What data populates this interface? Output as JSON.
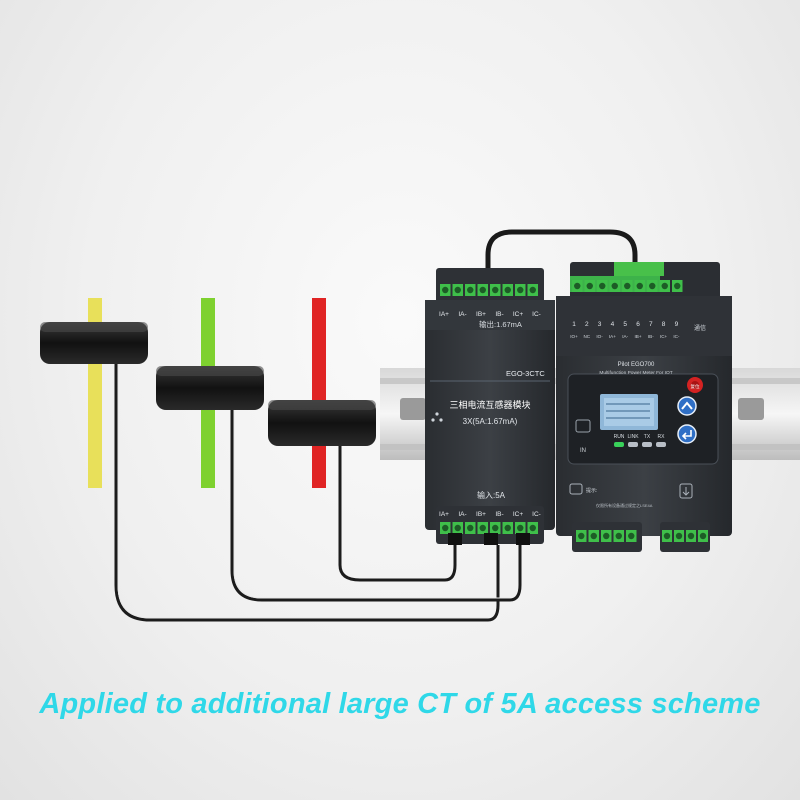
{
  "ct_module": {
    "top_terminals": [
      "IA+",
      "IA-",
      "IB+",
      "IB-",
      "IC+",
      "IC-"
    ],
    "output_label": "输出:1.67mA",
    "model": "EGO-3CTC",
    "title": "三相电流互感器模块",
    "spec": "3X(5A:1.67mA)",
    "input_label": "输入:5A",
    "bottom_terminals": [
      "IA+",
      "IA-",
      "IB+",
      "IB-",
      "IC+",
      "IC-"
    ]
  },
  "power_meter": {
    "terminal_numbers": [
      "1",
      "2",
      "3",
      "4",
      "5",
      "6",
      "7",
      "8",
      "9"
    ],
    "terminal_labels": [
      "IO+",
      "NC",
      "IO-",
      "IA+",
      "IA-",
      "IB+",
      "IB-",
      "IC+",
      "IC-"
    ],
    "corner_label": "通信",
    "brand": "Pilot EGO700",
    "subtitle": "Multifunction Power Meter For IOT",
    "in_label": "IN",
    "leds": [
      "RUN",
      "LINK",
      "TX",
      "RX"
    ],
    "reset_label": "复位",
    "note_label": "提示:",
    "footer_note": "仅限所有设备通过规定之LSE4A",
    "cable_colors": {
      "a": "#e8e05a",
      "b": "#7ed12f",
      "c": "#e02424"
    }
  },
  "caption": "Applied to additional large CT of 5A access scheme"
}
